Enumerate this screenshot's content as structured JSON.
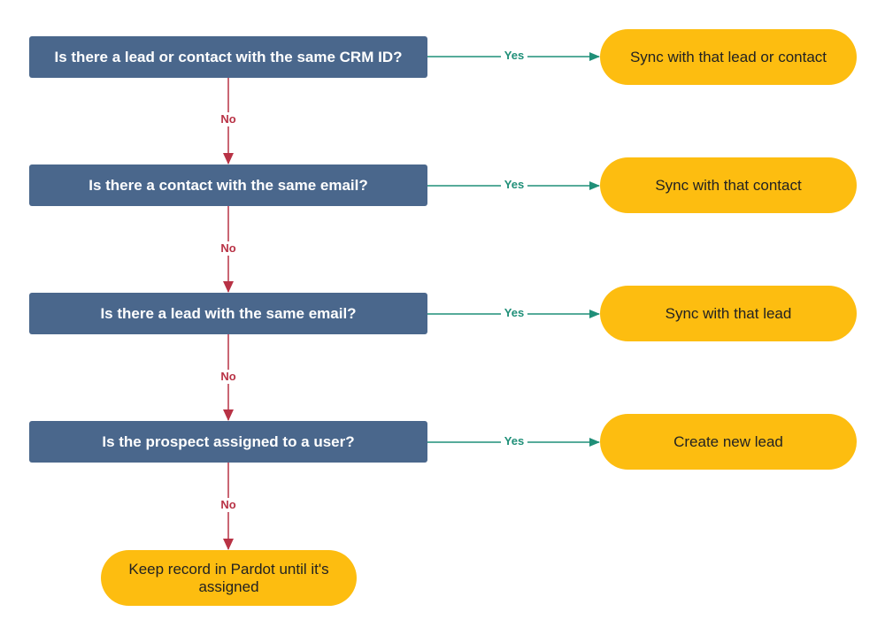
{
  "decisions": [
    {
      "question": "Is there a lead or contact with the same CRM ID?",
      "yes_label": "Yes",
      "no_label": "No",
      "outcome": "Sync with that lead or contact"
    },
    {
      "question": "Is there a contact with the same email?",
      "yes_label": "Yes",
      "no_label": "No",
      "outcome": "Sync with that contact"
    },
    {
      "question": "Is there a lead with the same email?",
      "yes_label": "Yes",
      "no_label": "No",
      "outcome": "Sync with that lead"
    },
    {
      "question": "Is the prospect assigned to a user?",
      "yes_label": "Yes",
      "no_label": "No",
      "outcome": "Create new lead"
    }
  ],
  "final_outcome": "Keep record in Pardot until it's assigned",
  "colors": {
    "decision_fill": "#4a678c",
    "outcome_fill": "#fdbd10",
    "yes_connector": "#1f8f78",
    "no_connector": "#b83245"
  }
}
